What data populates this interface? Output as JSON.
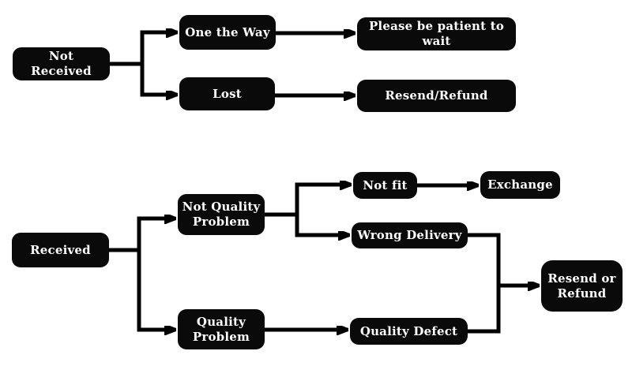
{
  "diagram": {
    "title": "order-issue-resolution-flowchart",
    "colors": {
      "node_background": "#0a0a0a",
      "node_text": "#ffffff",
      "connector": "#000000",
      "page_background": "#ffffff"
    },
    "nodes": {
      "not_received": "Not Received",
      "one_the_way": "One the Way",
      "lost": "Lost",
      "please_wait": "Please be patient to wait",
      "resend_refund": "Resend/Refund",
      "received": "Received",
      "not_quality_problem": "Not Quality Problem",
      "quality_problem": "Quality Problem",
      "not_fit": "Not fit",
      "exchange": "Exchange",
      "wrong_delivery": "Wrong Delivery",
      "quality_defect": "Quality Defect",
      "resend_or_refund": "Resend or Refund"
    },
    "edges": [
      {
        "from": "not_received",
        "to": "one_the_way"
      },
      {
        "from": "not_received",
        "to": "lost"
      },
      {
        "from": "one_the_way",
        "to": "please_wait"
      },
      {
        "from": "lost",
        "to": "resend_refund"
      },
      {
        "from": "received",
        "to": "not_quality_problem"
      },
      {
        "from": "received",
        "to": "quality_problem"
      },
      {
        "from": "not_quality_problem",
        "to": "not_fit"
      },
      {
        "from": "not_quality_problem",
        "to": "wrong_delivery"
      },
      {
        "from": "not_fit",
        "to": "exchange"
      },
      {
        "from": "wrong_delivery",
        "to": "resend_or_refund"
      },
      {
        "from": "quality_problem",
        "to": "quality_defect"
      },
      {
        "from": "quality_defect",
        "to": "resend_or_refund"
      }
    ]
  }
}
